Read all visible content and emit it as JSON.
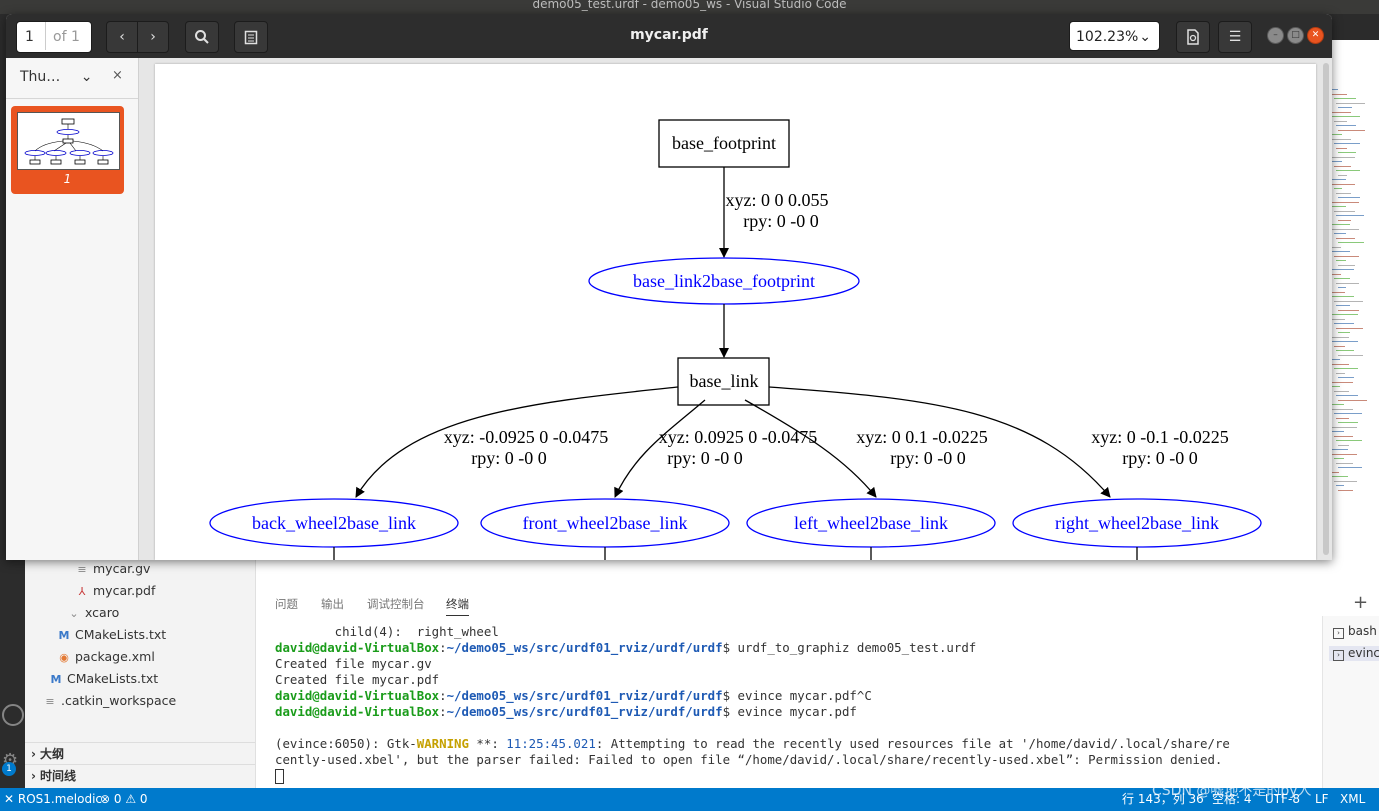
{
  "vscode": {
    "window_title": "demo05_test.urdf - demo05_ws - Visual Studio Code",
    "explorer": [
      {
        "icon": "lines",
        "label": "mycar.gv"
      },
      {
        "icon": "pdf",
        "label": "mycar.pdf"
      },
      {
        "icon": "chevron",
        "label": "xcaro"
      },
      {
        "icon": "M",
        "label": "CMakeLists.txt"
      },
      {
        "icon": "rss",
        "label": "package.xml"
      },
      {
        "icon": "M",
        "label": "CMakeLists.txt"
      },
      {
        "icon": "lines",
        "label": ".catkin_workspace"
      }
    ],
    "outline_label": "大纲",
    "timeline_label": "时间线",
    "panel_tabs": [
      "问题",
      "输出",
      "调试控制台",
      "终端"
    ],
    "terminal": {
      "lines": [
        {
          "type": "plain",
          "text": "        child(4):  right_wheel"
        },
        {
          "type": "prompt",
          "user": "david@david-VirtualBox",
          "path": "~/demo05_ws/src/urdf01_rviz/urdf/urdf",
          "cmd": "$ urdf_to_graphiz demo05_test.urdf"
        },
        {
          "type": "plain",
          "text": "Created file mycar.gv"
        },
        {
          "type": "plain",
          "text": "Created file mycar.pdf"
        },
        {
          "type": "prompt",
          "user": "david@david-VirtualBox",
          "path": "~/demo05_ws/src/urdf01_rviz/urdf/urdf",
          "cmd": "$ evince mycar.pdf^C"
        },
        {
          "type": "prompt",
          "user": "david@david-VirtualBox",
          "path": "~/demo05_ws/src/urdf01_rviz/urdf/urdf",
          "cmd": "$ evince mycar.pdf"
        },
        {
          "type": "plain",
          "text": ""
        },
        {
          "type": "warn",
          "pre": "(evince:6050): Gtk-",
          "warn": "WARNING",
          "mid": " **: ",
          "time": "11:25:45.021",
          "post": ": Attempting to read the recently used resources file at '/home/david/.local/share/re"
        },
        {
          "type": "plain",
          "text": "cently-used.xbel', but the parser failed: Failed to open file “/home/david/.local/share/recently-used.xbel”: Permission denied."
        }
      ],
      "sessions": [
        "bash",
        "evinc"
      ]
    },
    "status": {
      "remote": "ROS1.melodic",
      "problems": "⊗ 0 ⚠ 0",
      "position": "行 143，列 36",
      "spaces": "空格: 4",
      "encoding": "UTF-8",
      "eol": "LF",
      "language": "XML",
      "watermark": "CSDN @嘘地不是的py人"
    },
    "badge_count": "1"
  },
  "evince": {
    "title": "mycar.pdf",
    "page_current": "1",
    "page_total": "of 1",
    "zoom": "102.23%",
    "sidebar_label": "Thu…",
    "thumb_label": "1"
  },
  "graph": {
    "root": "base_footprint",
    "joint1": "base_link2base_footprint",
    "joint1_xyz": "xyz: 0 0 0.055",
    "joint1_rpy": "rpy: 0 -0 0",
    "link": "base_link",
    "children": [
      {
        "joint": "back_wheel2base_link",
        "xyz": "xyz: -0.0925 0 -0.0475",
        "rpy": "rpy: 0 -0 0"
      },
      {
        "joint": "front_wheel2base_link",
        "xyz": "xyz: 0.0925 0 -0.0475",
        "rpy": "rpy: 0 -0 0"
      },
      {
        "joint": "left_wheel2base_link",
        "xyz": "xyz: 0 0.1 -0.0225",
        "rpy": "rpy: 0 -0 0"
      },
      {
        "joint": "right_wheel2base_link",
        "xyz": "xyz: 0 -0.1 -0.0225",
        "rpy": "rpy: 0 -0 0"
      }
    ]
  }
}
